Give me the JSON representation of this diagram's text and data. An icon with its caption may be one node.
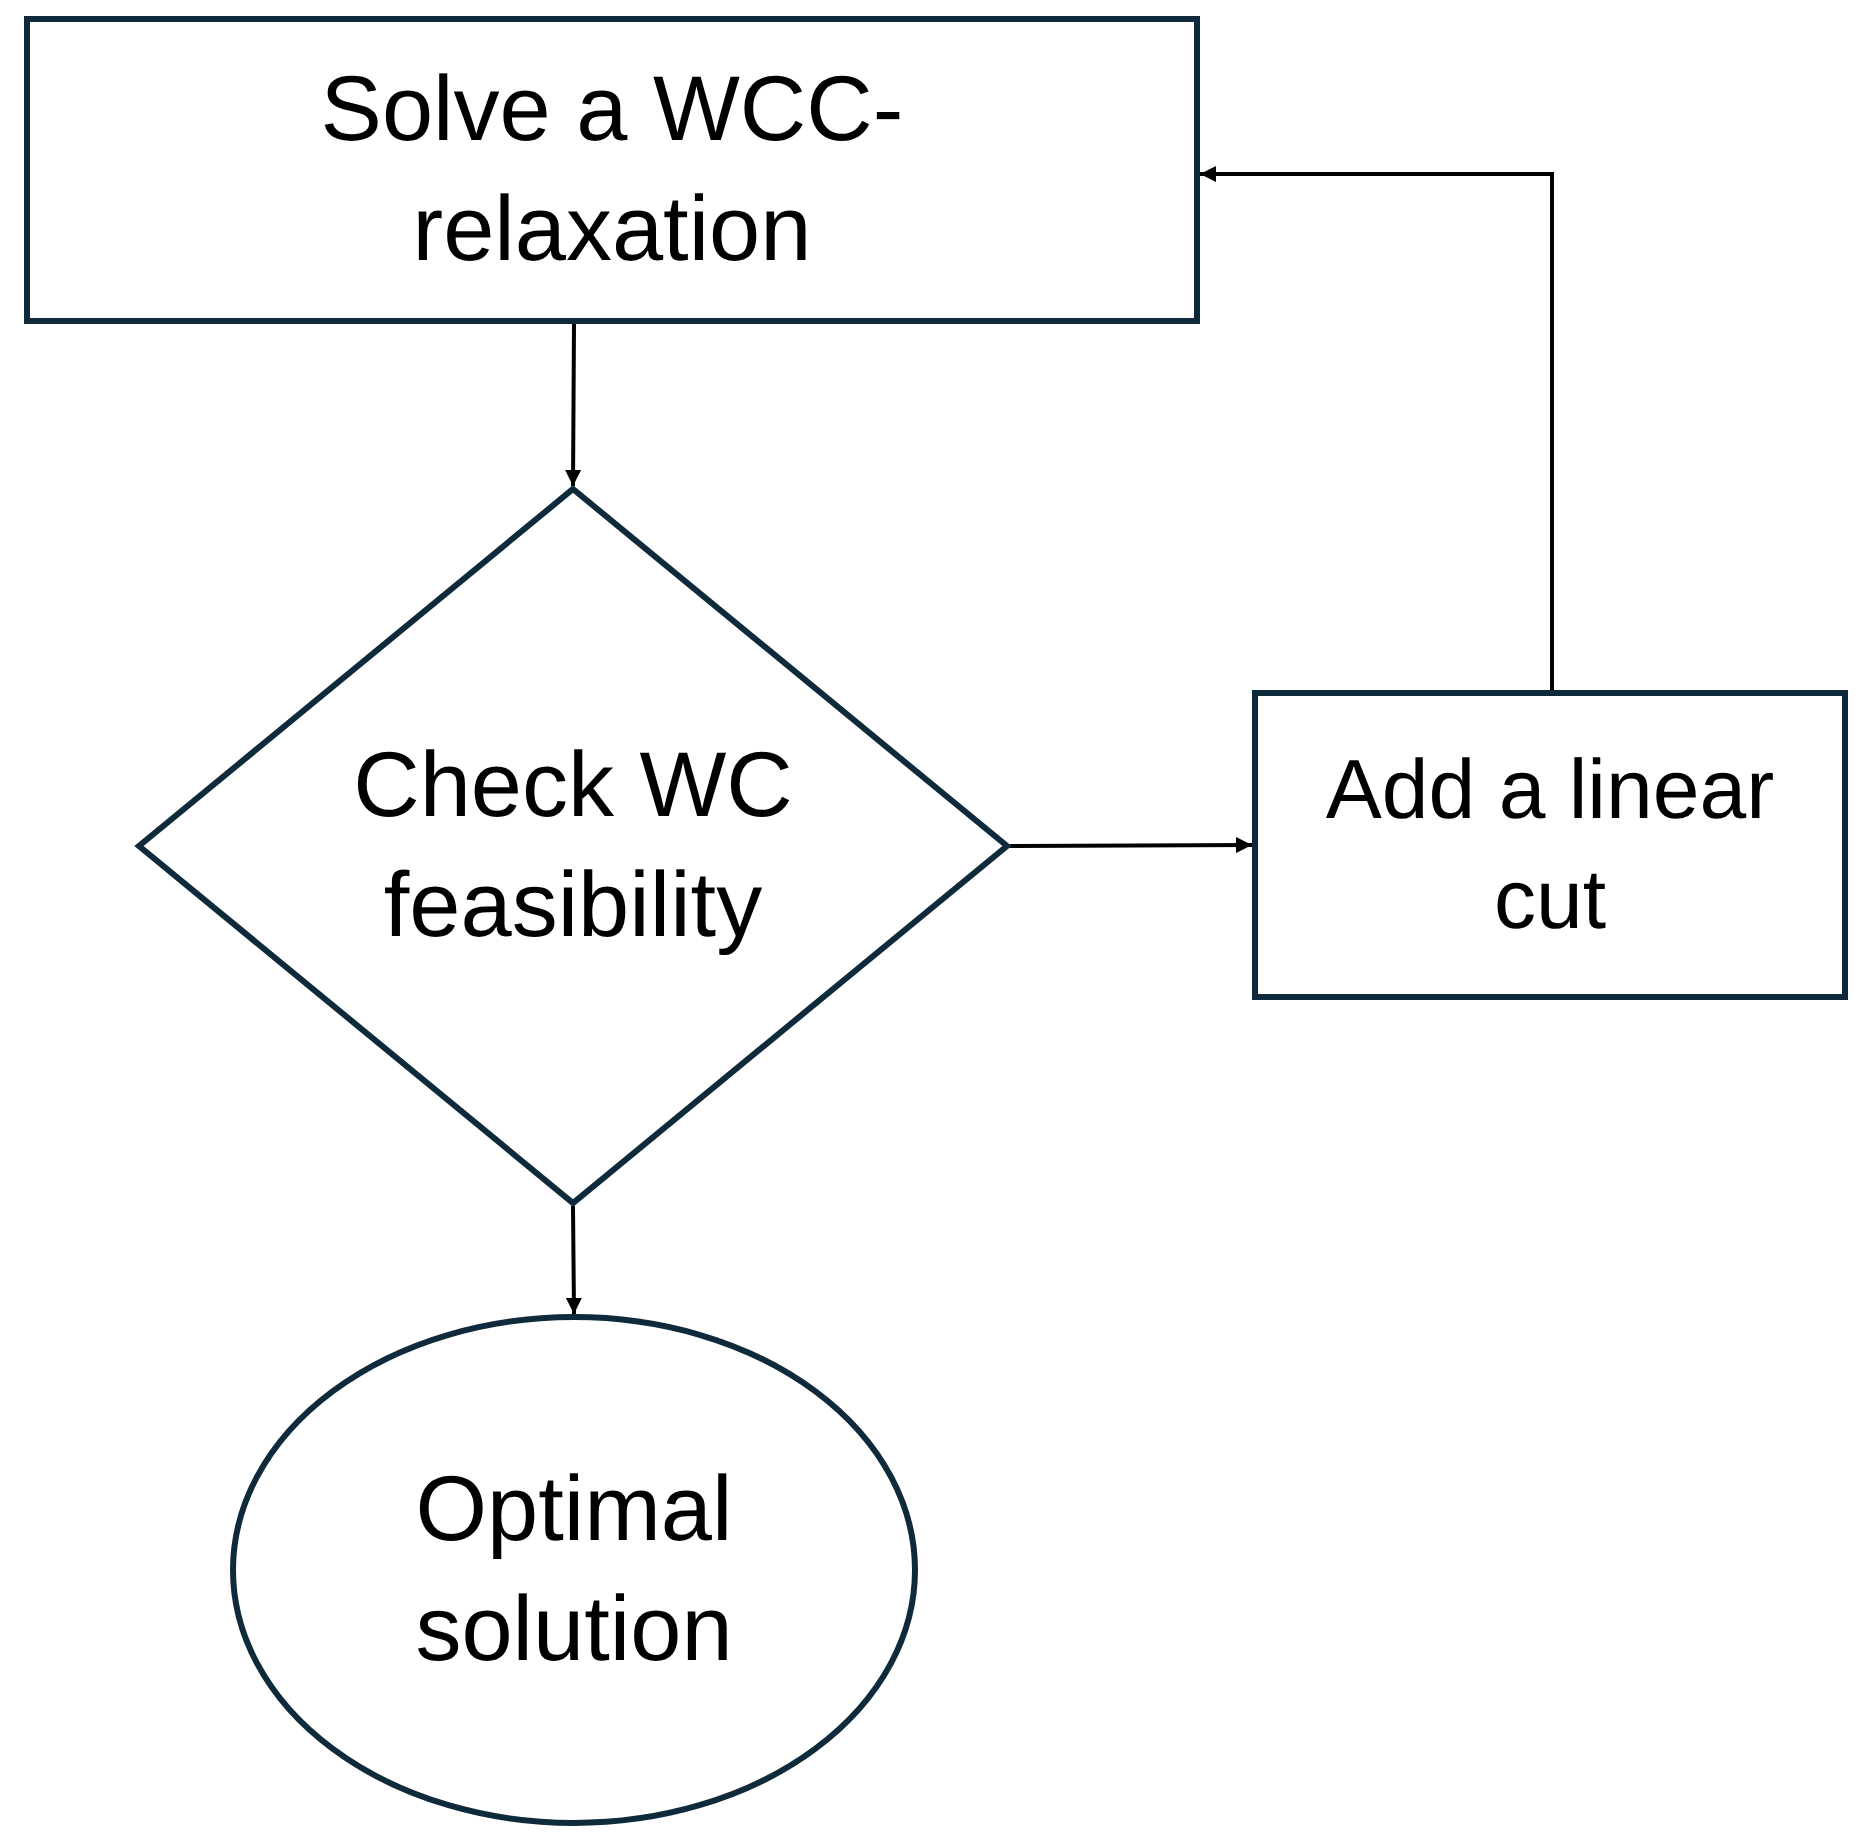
{
  "diagram": {
    "nodes": [
      {
        "text": [
          "Solve a WCC-relaxation"
        ]
      },
      {
        "text": [
          "Check WC feasibility"
        ]
      },
      {
        "text": [
          "Add a linear cut"
        ]
      },
      {
        "text": [
          "Optimal solution"
        ]
      }
    ],
    "edges": [
      {
        "from": 0,
        "to": 1,
        "arrow": "to"
      },
      {
        "from": 1,
        "to": 2,
        "arrow": "to"
      },
      {
        "from": 2,
        "to": 0,
        "arrow": "to"
      },
      {
        "from": 1,
        "to": 3,
        "arrow": "to"
      }
    ]
  }
}
